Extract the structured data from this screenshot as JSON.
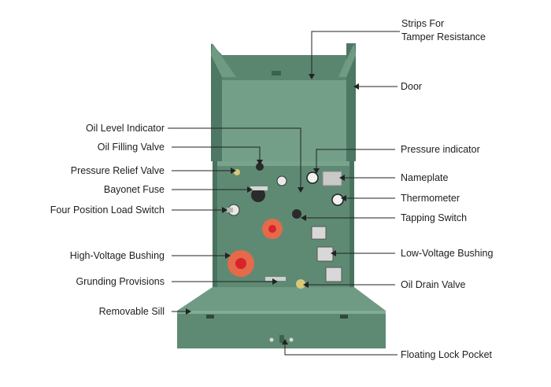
{
  "colors": {
    "cabinet": "#5e8a74",
    "cabinet_dark": "#46705b",
    "cabinet_light": "#7aa38d",
    "bushing": "#e46a4a",
    "bushing_core": "#d8232a",
    "leader": "#222222"
  },
  "labels": {
    "strips": [
      "Strips For",
      "Tamper Resistance"
    ],
    "door": "Door",
    "oil_level_indicator": "Oil Level Indicator",
    "oil_filling_valve": "Oil Filling Valve",
    "pressure_relief_valve": "Pressure Relief Valve",
    "bayonet_fuse": "Bayonet Fuse",
    "four_position_load_switch": "Four Position Load Switch",
    "high_voltage_bushing": "High-Voltage Bushing",
    "grunding_provisions": "Grunding Provisions",
    "removable_sill": "Removable Sill",
    "pressure_indicator": "Pressure indicator",
    "nameplate": "Nameplate",
    "thermometer": "Thermometer",
    "tapping_switch": "Tapping Switch",
    "low_voltage_bushing": "Low-Voltage Bushing",
    "oil_drain_valve": "Oil Drain Valve",
    "floating_lock_pocket": "Floating Lock Pocket"
  }
}
